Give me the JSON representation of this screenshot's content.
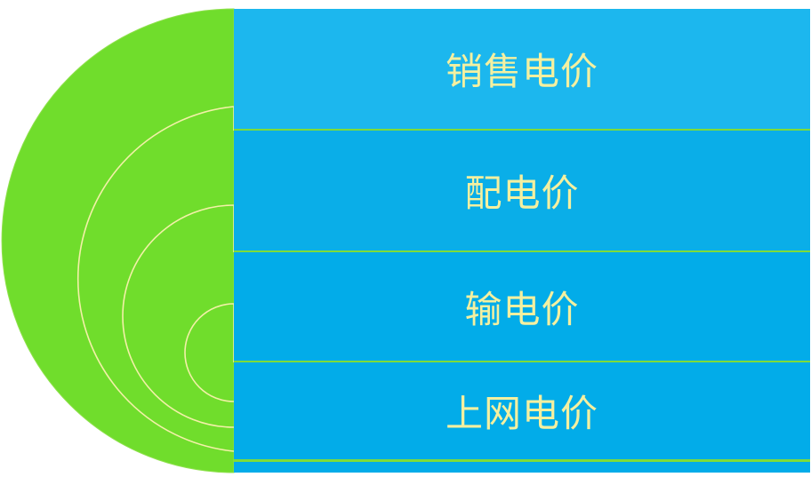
{
  "layers": [
    {
      "label": "销售电价"
    },
    {
      "label": "配电价"
    },
    {
      "label": "输电价"
    },
    {
      "label": "上网电价"
    }
  ],
  "colors": {
    "semicircle": "#70dd2c",
    "arc_stroke": "#f3f0a8",
    "band_top": "#1cb7ee",
    "band": "#02ace9",
    "label_text": "#f4f0a0",
    "divider": "#7ddc3a"
  }
}
